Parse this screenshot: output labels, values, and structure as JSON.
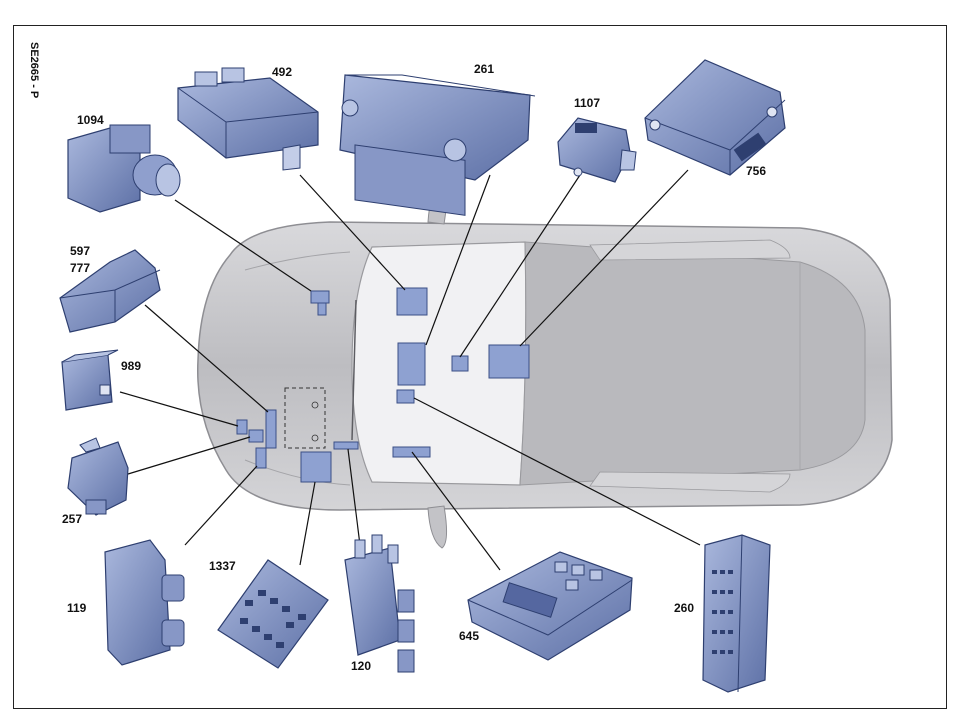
{
  "diagram": {
    "reference": "SE2665 - P",
    "colors": {
      "module": "#7f93c6",
      "module_dark": "#5a6fa8",
      "car_body": "#c9c9cc",
      "glass": "#ededf0",
      "line": "#111111"
    },
    "labels": {
      "c492": "492",
      "c261": "261",
      "c1107": "1107",
      "c1094": "1094",
      "c756": "756",
      "c597": "597",
      "c777": "777",
      "c989": "989",
      "c257": "257",
      "c119": "119",
      "c1337": "1337",
      "c120": "120",
      "c645": "645",
      "c260": "260"
    }
  }
}
